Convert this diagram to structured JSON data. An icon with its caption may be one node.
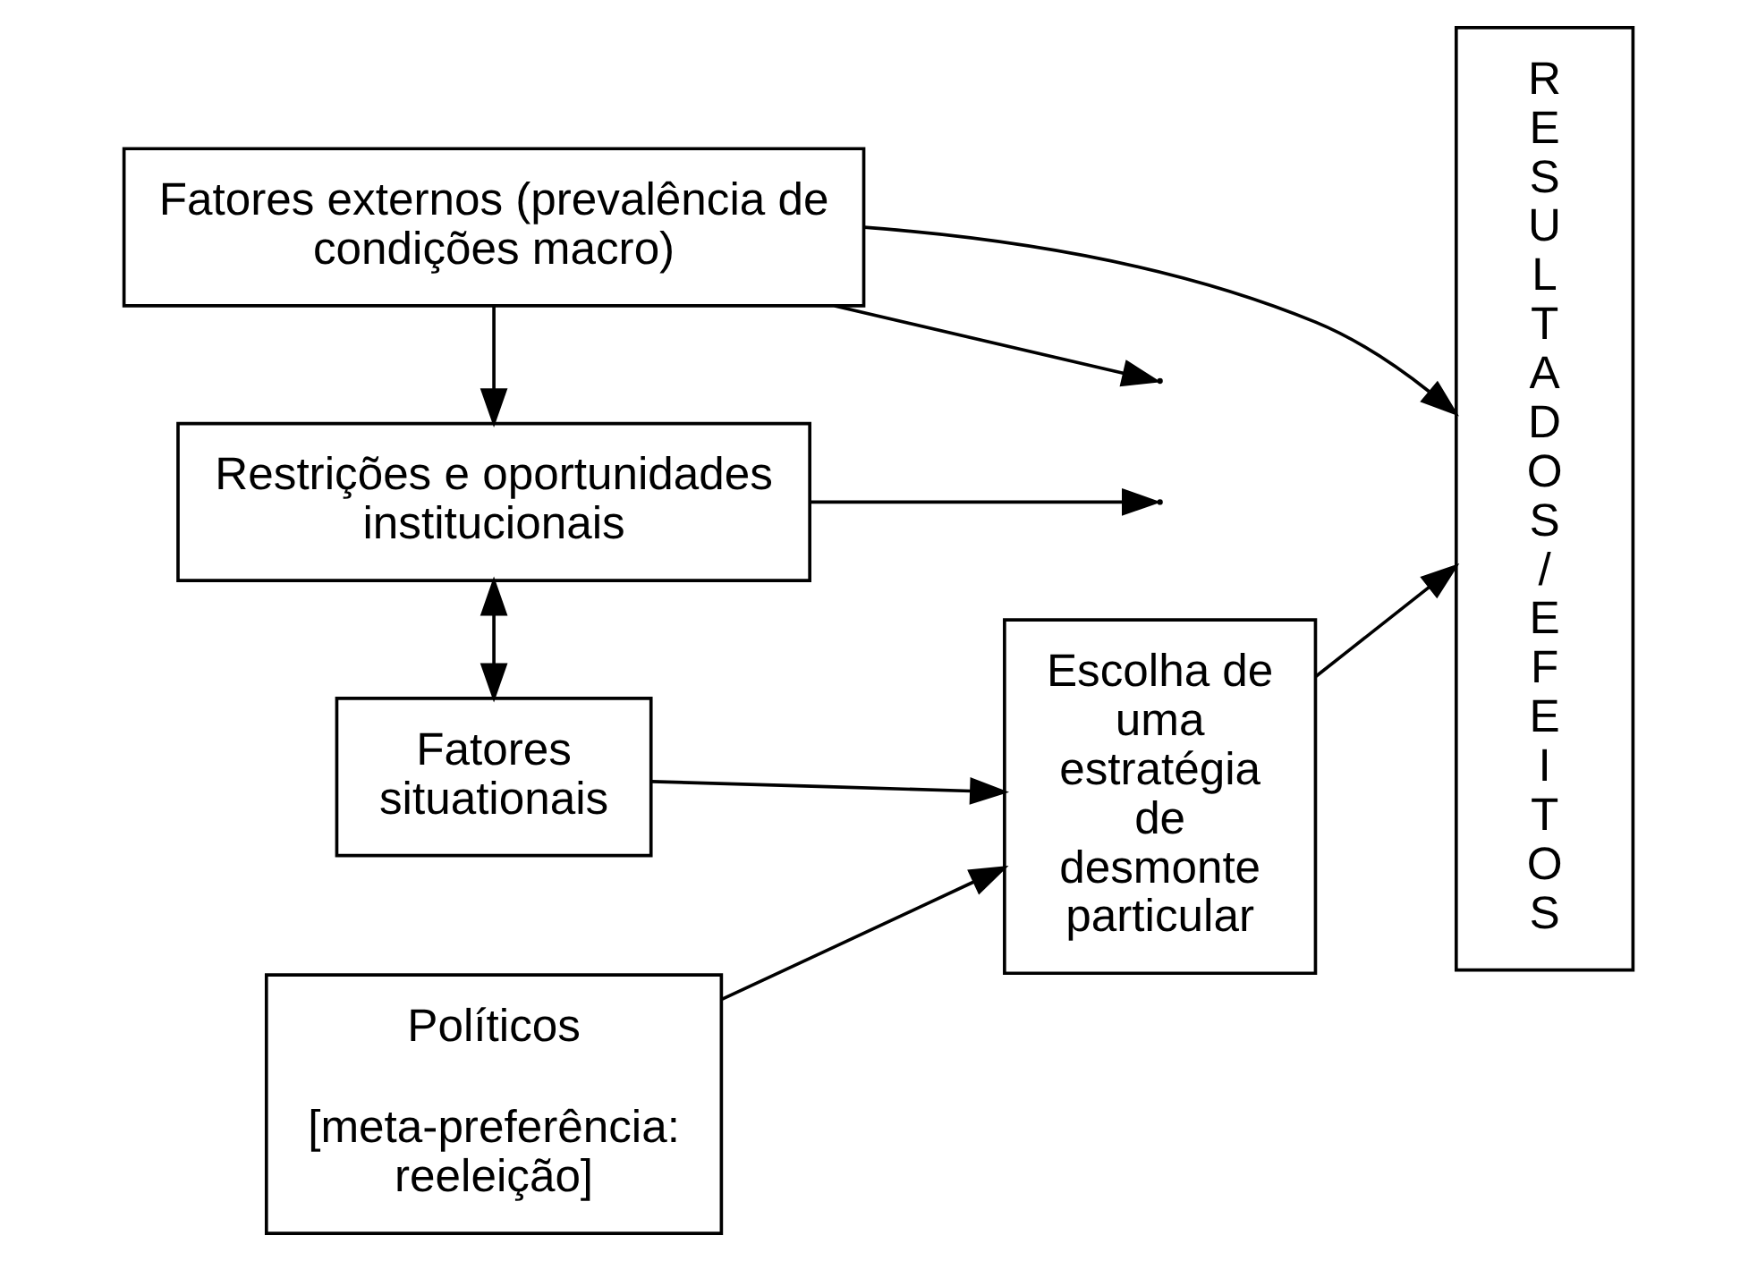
{
  "diagram": {
    "nodes": [
      {
        "text": [
          "Fatores externos (prevalência de condições macro)"
        ]
      },
      {
        "text": [
          "Restrições e oportunidades institucionais"
        ]
      },
      {
        "text": [
          "Fatores situationais"
        ]
      },
      {
        "text": [
          "Políticos",
          "[meta-preferência: reeleição]"
        ]
      },
      {
        "text": [
          "Escolha de uma estratégia de desmonte particular"
        ]
      },
      {
        "text": [
          "RESULTADOS/EFEITOS"
        ]
      }
    ],
    "edges": [
      {
        "from": 0,
        "to": 5,
        "arrow": "to"
      },
      {
        "from": 0,
        "to": 1,
        "arrow": "to"
      },
      {
        "from": 0,
        "to": null,
        "arrow": "to"
      },
      {
        "from": 1,
        "to": 2,
        "arrow": "both"
      },
      {
        "from": 1,
        "to": null,
        "arrow": "to"
      },
      {
        "from": 2,
        "to": 4,
        "arrow": "to"
      },
      {
        "from": 3,
        "to": 4,
        "arrow": "to"
      },
      {
        "from": 4,
        "to": 5,
        "arrow": "to"
      }
    ]
  }
}
